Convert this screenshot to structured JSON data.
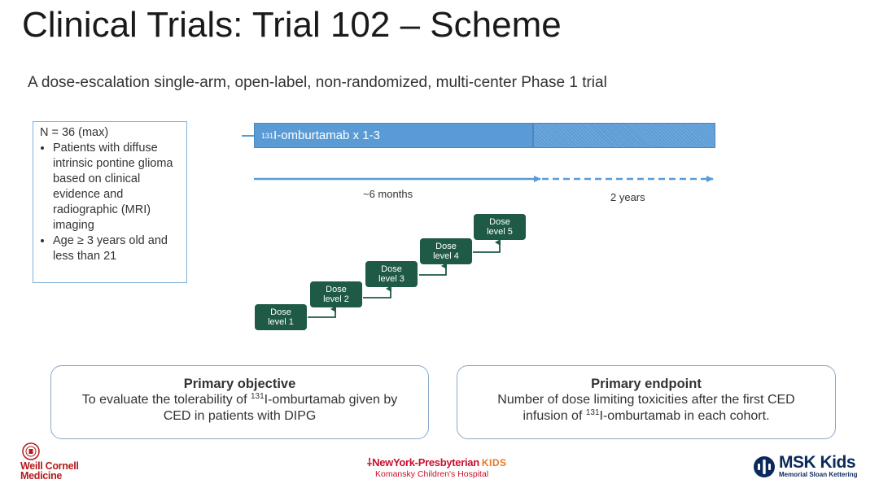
{
  "title": "Clinical Trials: Trial 102 – Scheme",
  "subtitle": "A dose-escalation single-arm, open-label, non-randomized, multi-center Phase 1 trial",
  "population": {
    "n_label": "N = 36 (max)",
    "bullets": [
      "Patients with diffuse intrinsic pontine glioma based on clinical evidence and radiographic (MRI) imaging",
      "Age ≥ 3 years old and less than 21"
    ]
  },
  "treatment_bar": {
    "isotope": "131",
    "label": "I-omburtamab x 1-3"
  },
  "timeline": {
    "phase1_label": "~6 months",
    "phase2_label": "2 years"
  },
  "dose_levels": [
    {
      "line1": "Dose",
      "line2": "level 1"
    },
    {
      "line1": "Dose",
      "line2": "level 2"
    },
    {
      "line1": "Dose",
      "line2": "level 3"
    },
    {
      "line1": "Dose",
      "line2": "level 4"
    },
    {
      "line1": "Dose",
      "line2": "level 5"
    }
  ],
  "objective": {
    "heading": "Primary objective",
    "line1_pre": "To evaluate the tolerability of ",
    "isotope": "131",
    "line1_post": "I-omburtamab given by",
    "line2": "CED in patients with DIPG"
  },
  "endpoint": {
    "heading": "Primary endpoint",
    "line1": "Number of dose limiting toxicities after the first CED",
    "line2_pre": "infusion of ",
    "isotope": "131",
    "line2_post": "I-omburtamab in each cohort."
  },
  "logos": {
    "weill_line1": "Weill Cornell",
    "weill_line2": "Medicine",
    "nyp_brand": "NewYork-Presbyterian",
    "nyp_kids": "KIDS",
    "nyp_sub": "Komansky Children's Hospital",
    "msk_brand": "MSK Kids",
    "msk_sub": "Memorial Sloan Kettering"
  },
  "colors": {
    "bar_blue": "#5b9bd5",
    "dose_green": "#1e5a45",
    "weill_red": "#b31b1b",
    "nyp_red": "#c8102e",
    "msk_navy": "#0b2a5b"
  }
}
